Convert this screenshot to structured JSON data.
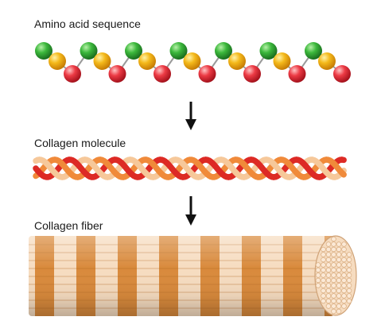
{
  "labels": {
    "amino_acid": "Amino acid sequence",
    "molecule": "Collagen molecule",
    "fiber": "Collagen fiber"
  },
  "colors": {
    "green": "#2fa82f",
    "yellow": "#f2b415",
    "red": "#e8303a",
    "strand_red": "#dd2a25",
    "strand_orange": "#f08a3a",
    "strand_peach": "#f6c89a",
    "fiber_dark": "#d98a3c",
    "fiber_light": "#f6dcc0",
    "arrow": "#111111"
  },
  "icons": [
    "down-arrow-icon",
    "down-arrow-icon"
  ]
}
